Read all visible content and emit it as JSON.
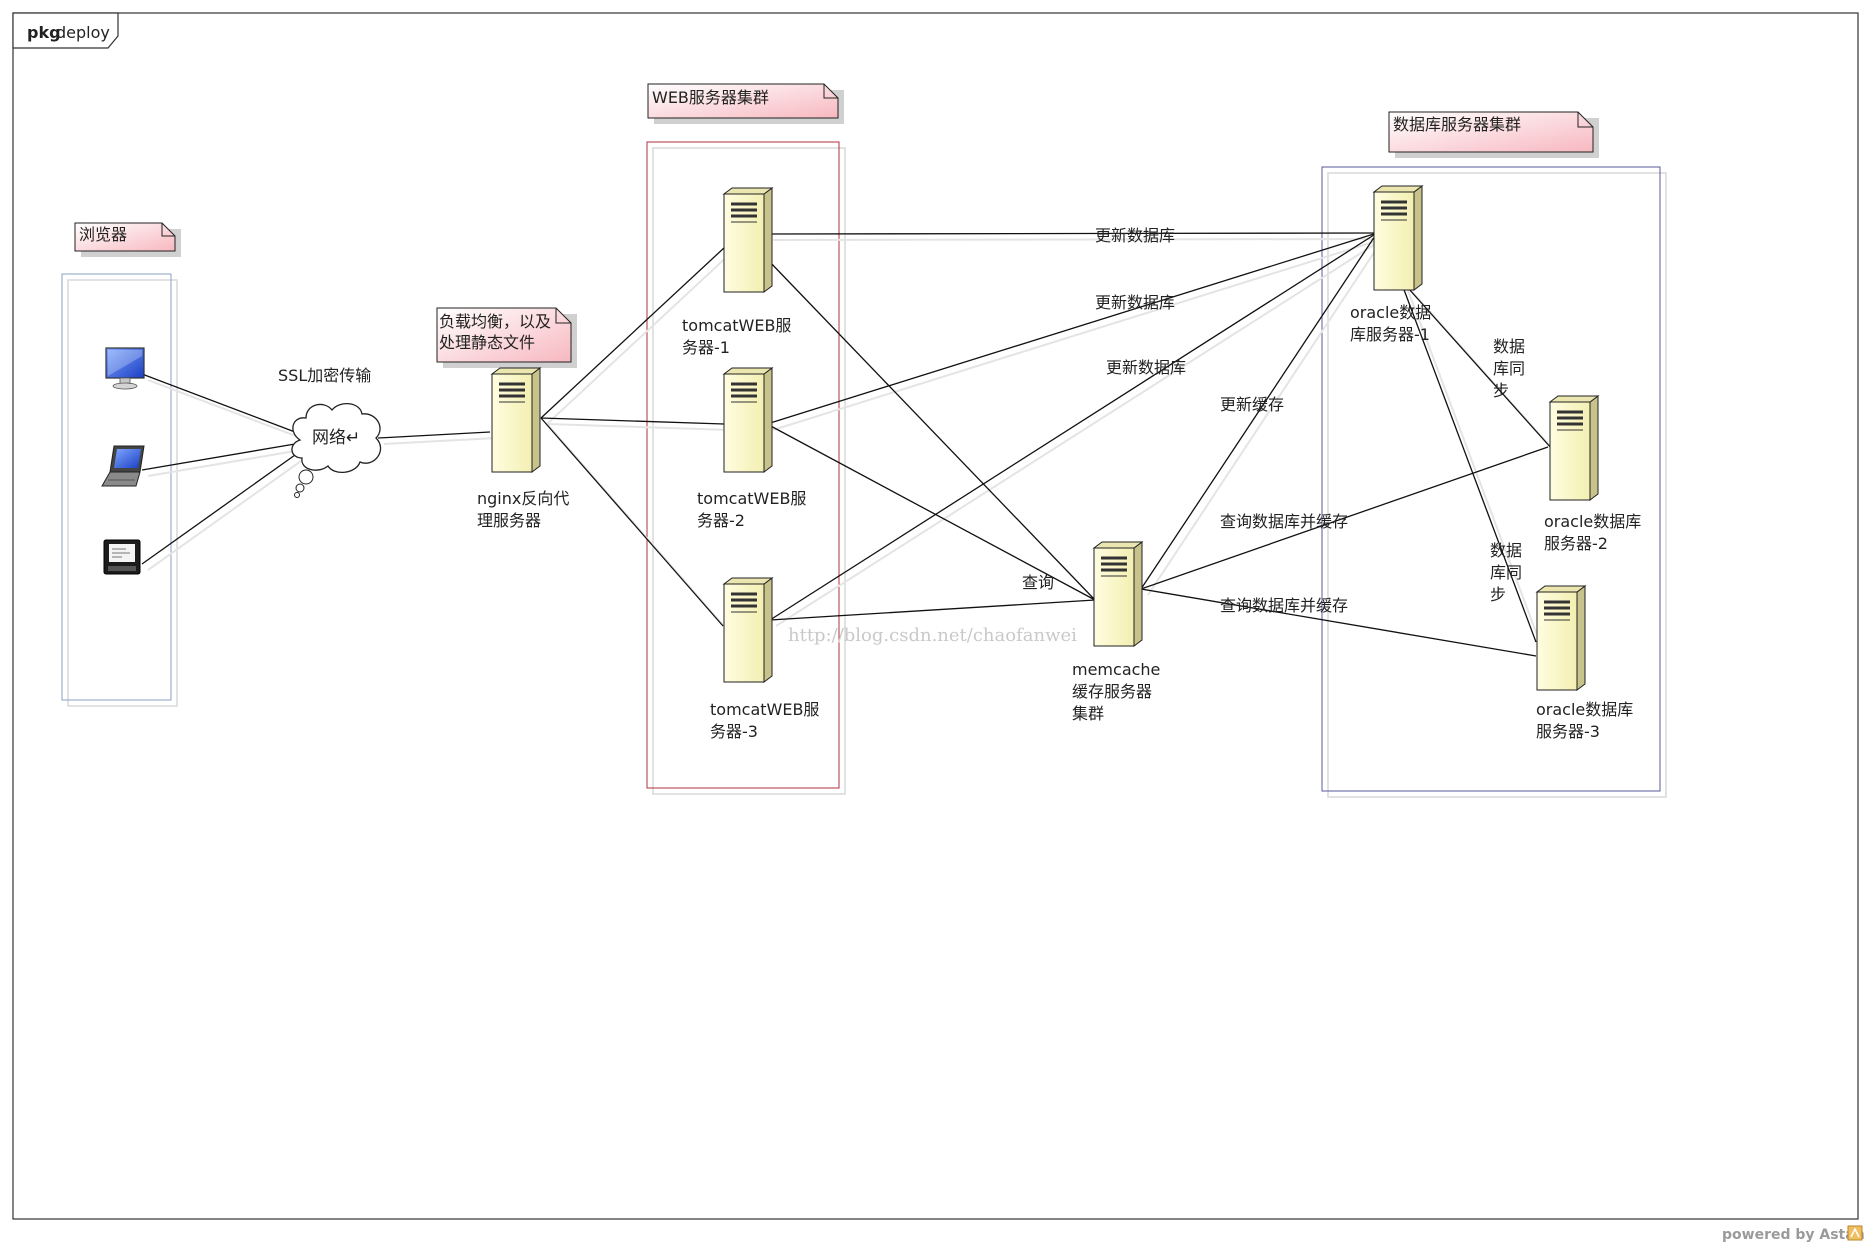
{
  "frame": {
    "keyword": "pkg",
    "name": "deploy"
  },
  "notes": {
    "browser": "浏览器",
    "web_cluster": "WEB服务器集群",
    "db_cluster": "数据库服务器集群",
    "nginx_note": [
      "负载均衡，以及",
      "处理静态文件"
    ]
  },
  "nodes": {
    "network": "网络↵",
    "nginx": [
      "nginx反向代",
      "理服务器"
    ],
    "tomcat1": [
      "tomcatWEB服",
      "务器-1"
    ],
    "tomcat2": [
      "tomcatWEB服",
      "务器-2"
    ],
    "tomcat3": [
      "tomcatWEB服",
      "务器-3"
    ],
    "memcache": [
      "memcache",
      "缓存服务器",
      "集群"
    ],
    "oracle1": [
      "oracle数据",
      "库服务器-1"
    ],
    "oracle2": [
      "oracle数据库",
      "服务器-2"
    ],
    "oracle3": [
      "oracle数据库",
      "服务器-3"
    ]
  },
  "edge_labels": {
    "ssl": "SSL加密传输",
    "update_db_1": "更新数据库",
    "update_db_2": "更新数据库",
    "update_db_3": "更新数据库",
    "update_cache": "更新缓存",
    "query": "查询",
    "query_cache_1": "查询数据库并缓存",
    "query_cache_2": "查询数据库并缓存",
    "sync_1": [
      "数据",
      "库同",
      "步"
    ],
    "sync_2": [
      "数据",
      "库同",
      "步"
    ]
  },
  "watermark": "http://blog.csdn.net/chaofanwei",
  "footer": "powered by Astah"
}
